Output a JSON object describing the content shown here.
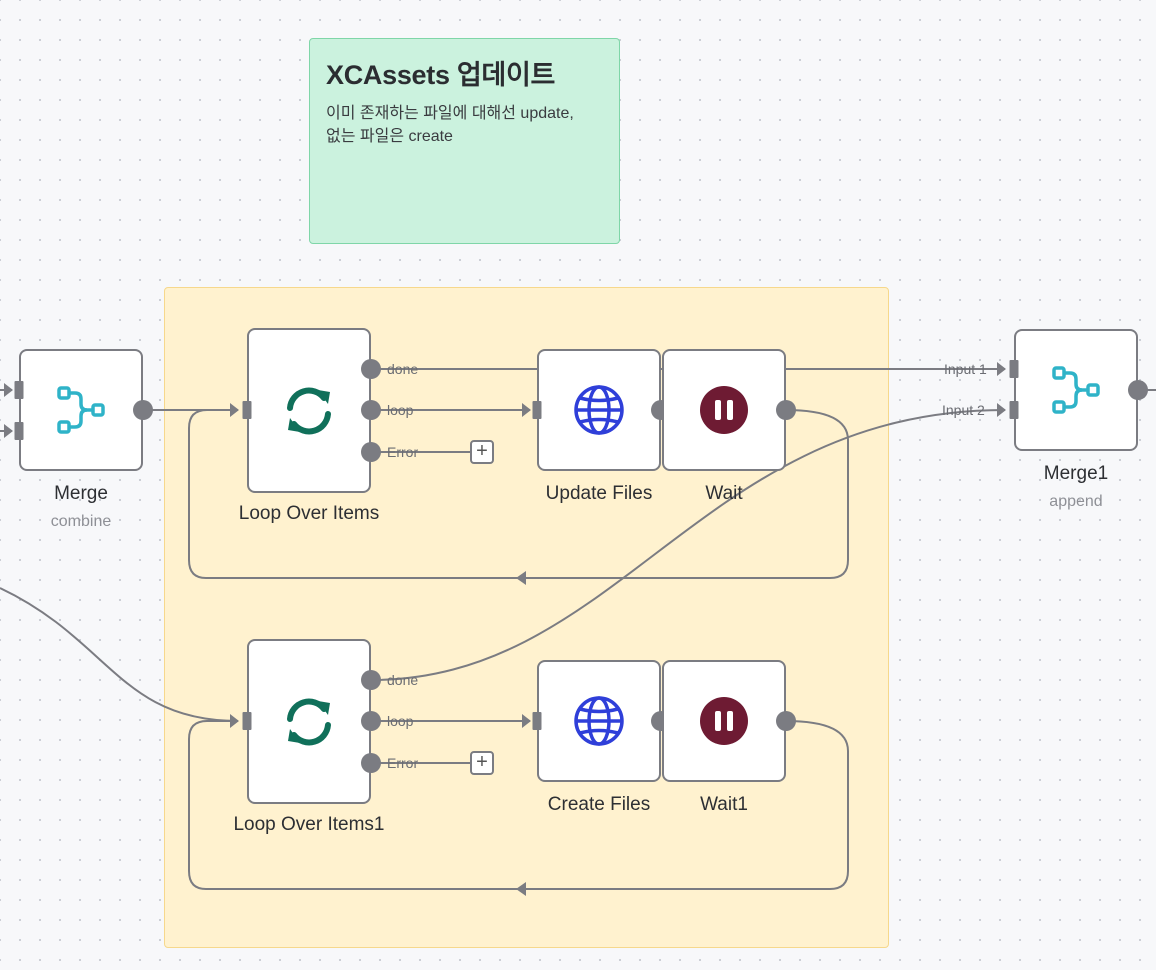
{
  "sticky_note": {
    "title": "XCAssets 업데이트",
    "body": "이미 존재하는 파일에 대해선 update,\n없는 파일은 create",
    "color": "#cbf2de"
  },
  "group_area": {
    "color": "#fff2cf"
  },
  "nodes": {
    "merge": {
      "label": "Merge",
      "subtitle": "combine",
      "icon": "merge-icon"
    },
    "loop1": {
      "label": "Loop Over Items",
      "icon": "loop-icon",
      "outputs": [
        "done",
        "loop",
        "Error"
      ]
    },
    "update_files": {
      "label": "Update Files",
      "icon": "globe-icon"
    },
    "wait": {
      "label": "Wait",
      "icon": "pause-icon"
    },
    "merge1": {
      "label": "Merge1",
      "subtitle": "append",
      "icon": "merge-icon",
      "inputs": [
        "Input 1",
        "Input 2"
      ]
    },
    "loop2": {
      "label": "Loop Over Items1",
      "icon": "loop-icon",
      "outputs": [
        "done",
        "loop",
        "Error"
      ]
    },
    "create_files": {
      "label": "Create Files",
      "icon": "globe-icon"
    },
    "wait1": {
      "label": "Wait1",
      "icon": "pause-icon"
    }
  },
  "add_button_label": "+",
  "colors": {
    "merge_icon": "#2fb3c8",
    "loop_icon": "#10705a",
    "globe_icon": "#2f3fd9",
    "pause_icon": "#6e1b33",
    "edge": "#7b7c82"
  }
}
